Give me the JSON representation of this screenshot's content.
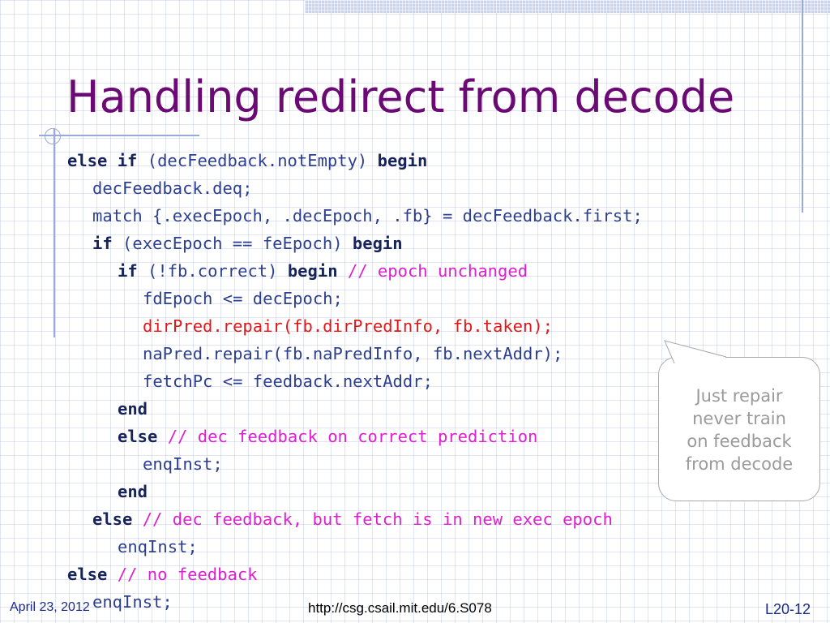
{
  "slide": {
    "title": "Handling redirect from decode",
    "code": {
      "l1": {
        "kw1": "else if",
        "rest": " (decFeedback.notEmpty) ",
        "kw2": "begin"
      },
      "l2": "decFeedback.deq;",
      "l3": "match {.execEpoch, .decEpoch, .fb} = decFeedback.first;",
      "l4": {
        "kw1": "if",
        "rest": " (execEpoch == feEpoch) ",
        "kw2": "begin"
      },
      "l5": {
        "kw1": "if",
        "rest": " (!fb.correct) ",
        "kw2": "begin",
        "comment": " // epoch unchanged"
      },
      "l6": "fdEpoch <= decEpoch;",
      "l7": "dirPred.repair(fb.dirPredInfo, fb.taken);",
      "l8": "naPred.repair(fb.naPredInfo, fb.nextAddr);",
      "l9": "fetchPc <= feedback.nextAddr;",
      "l10": "end",
      "l11": {
        "kw": "else",
        "comment": " // dec feedback on correct prediction"
      },
      "l12": "enqInst;",
      "l13": "end",
      "l14": {
        "kw": "else",
        "comment": " // dec feedback, but fetch is in new exec epoch"
      },
      "l15": "enqInst;",
      "l16": {
        "kw": "else",
        "comment": " // no feedback"
      },
      "l17": "enqInst;"
    },
    "callout": {
      "line1": "Just repair",
      "line2": "never train",
      "line3": "on feedback",
      "line4": "from decode"
    },
    "footer": {
      "date": "April 23, 2012",
      "url": "http://csg.csail.mit.edu/6.S078",
      "slide_number": "L20-12"
    }
  },
  "colors": {
    "title": "#6b0a75",
    "code": "#2c3f8f",
    "keyword": "#17245a",
    "comment": "#dd1fd0",
    "highlight": "#e01818",
    "callout_text": "#9a9a9a"
  }
}
